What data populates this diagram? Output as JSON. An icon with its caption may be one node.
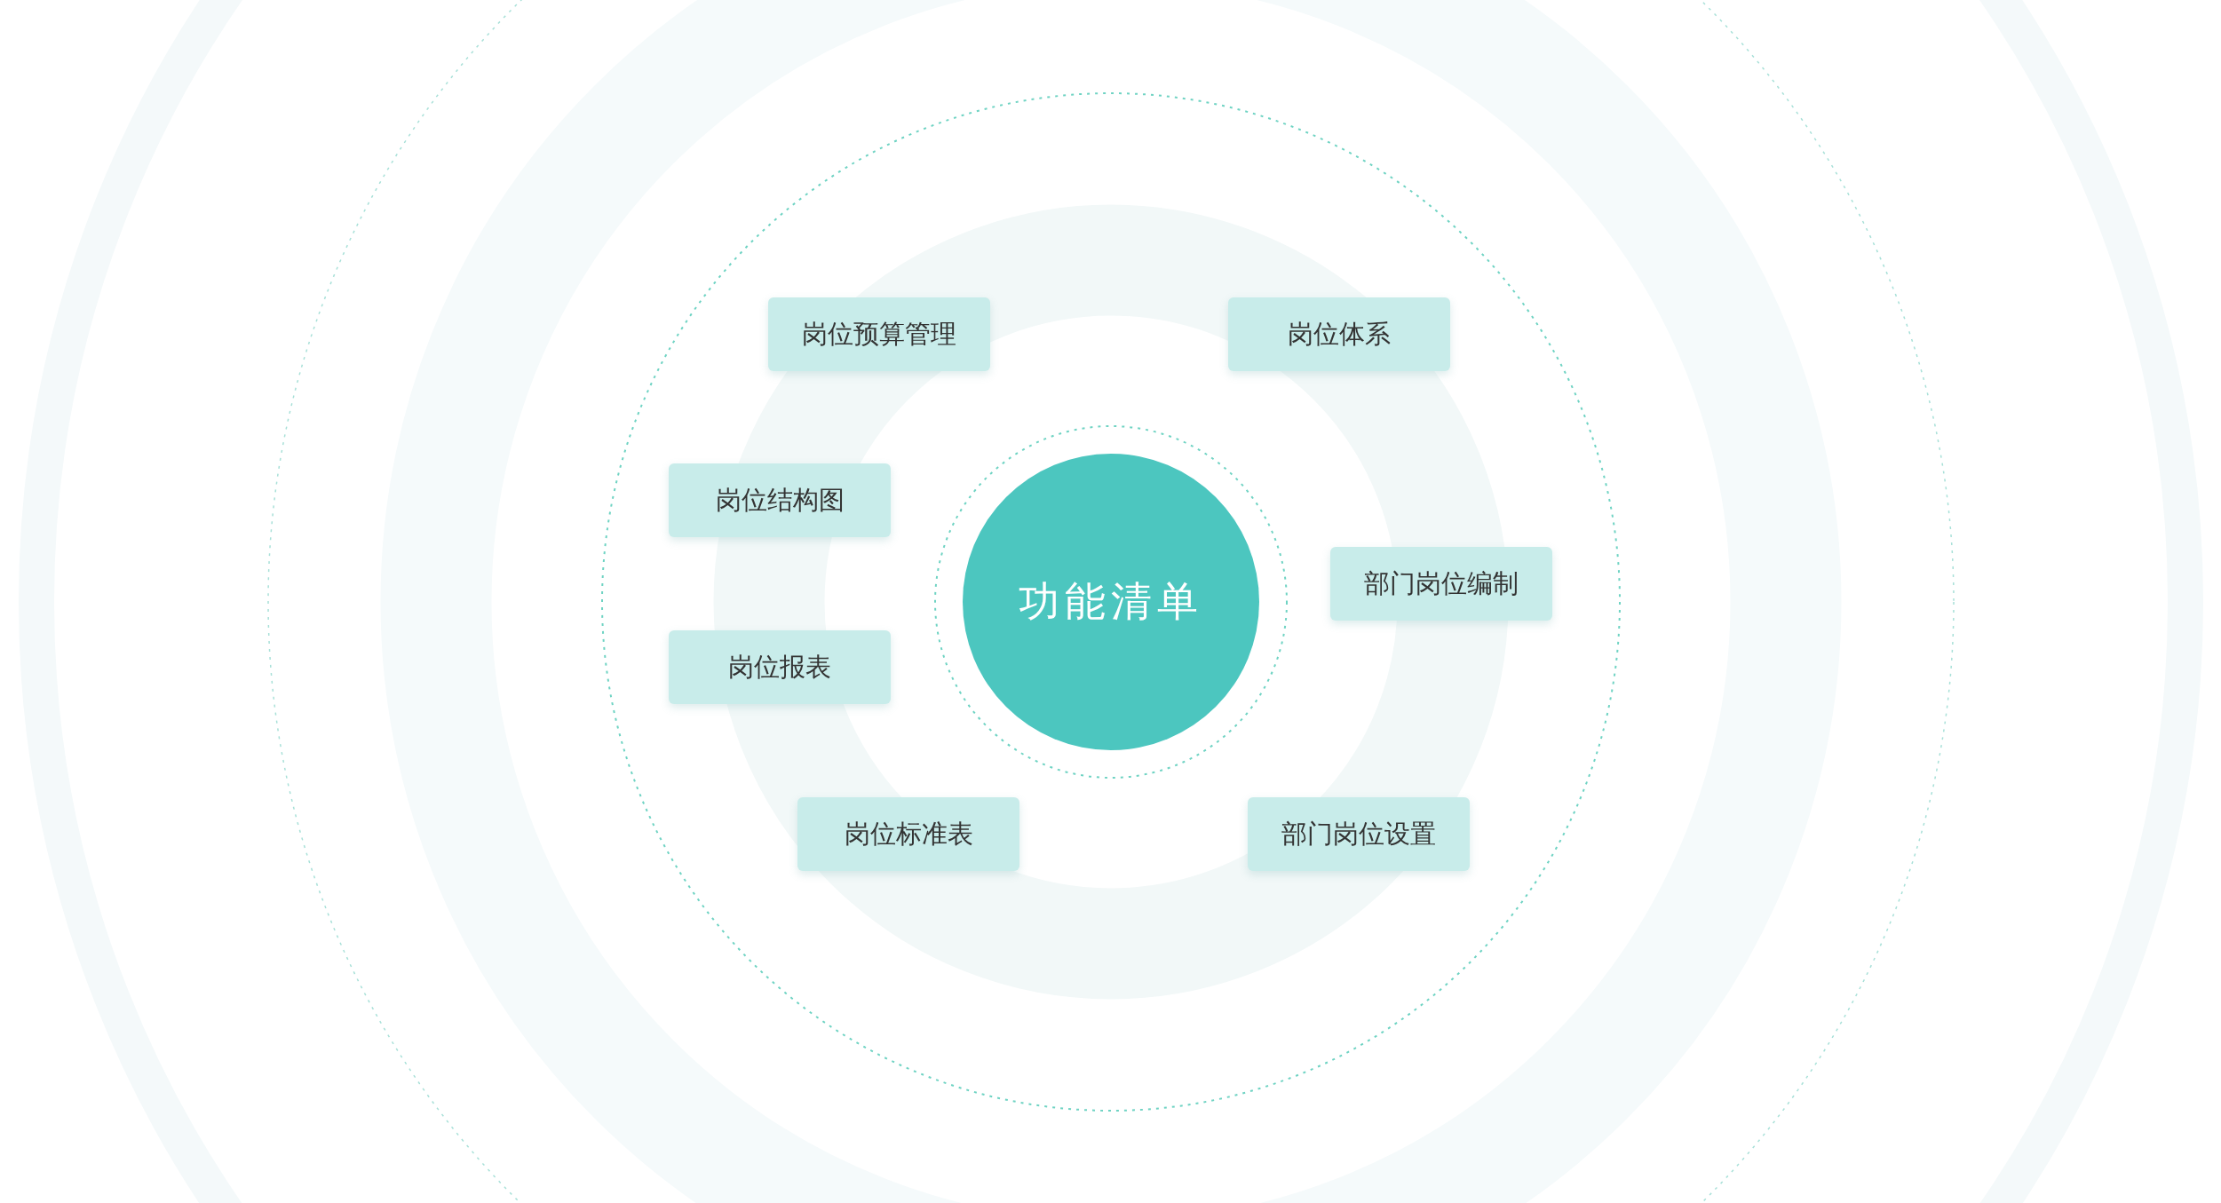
{
  "diagram": {
    "nodes": [
      {
        "text": [
          "功能清单"
        ]
      },
      {
        "text": [
          "岗位预算管理"
        ]
      },
      {
        "text": [
          "岗位体系"
        ]
      },
      {
        "text": [
          "岗位结构图"
        ]
      },
      {
        "text": [
          "部门岗位编制"
        ]
      },
      {
        "text": [
          "岗位报表"
        ]
      },
      {
        "text": [
          "岗位标准表"
        ]
      },
      {
        "text": [
          "部门岗位设置"
        ]
      }
    ]
  }
}
